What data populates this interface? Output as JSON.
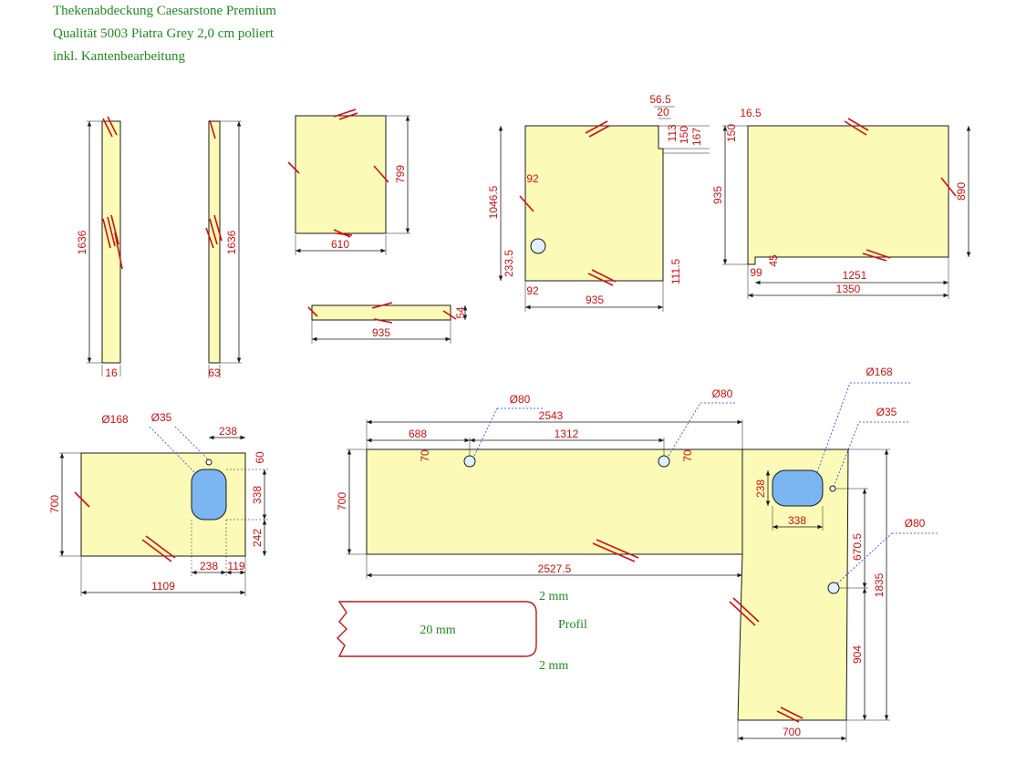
{
  "title": {
    "line1": "Thekenabdeckung Caesarstone Premium",
    "line2": "Qualität 5003 Piatra Grey 2,0 cm poliert",
    "line3": "inkl. Kantenbearbeitung"
  },
  "colors": {
    "panel": "#fbfbb7",
    "outline": "#1a1a1a",
    "dim": "#d01010",
    "leader": "#1a3cff",
    "sink": "#7cb6f2",
    "text_green": "#1f8a1f"
  },
  "parts": {
    "strip_left": {
      "length": "1636",
      "width": "16"
    },
    "strip_right": {
      "length": "1636",
      "width": "63"
    },
    "panel_small": {
      "width": "610",
      "height": "799"
    },
    "panel_thin": {
      "width": "935",
      "height": "54"
    },
    "panel_cutout": {
      "width": "935",
      "height": "1046.5",
      "top_off": "56.5",
      "notch_w": "20",
      "notch_a": "113",
      "notch_b": "150",
      "notch_c": "167",
      "hole_off": "92",
      "hole_pos": "233.5",
      "hole_off_bottom": "92",
      "bottom_right": "111.5"
    },
    "panel_right": {
      "top_off": "16.5",
      "corner": "150",
      "height": "935",
      "right_h": "890",
      "bottom_w": "1251",
      "full_w": "1350",
      "small_w": "99",
      "small_h": "45"
    }
  },
  "sink_panel": {
    "width": "1109",
    "height": "700",
    "sink_dia": "Ø168",
    "tap_dia": "Ø35",
    "top_gap": "238",
    "top_off": "60",
    "sink_h": "338",
    "bottom_gap": "242",
    "sink_w": "238",
    "right_gap": "119"
  },
  "main_top": {
    "length_top": "2543",
    "left_off": "688",
    "hole_spacing": "1312",
    "hole_dia_a": "Ø80",
    "hole_dia_b": "Ø80",
    "hole_y_a": "70",
    "hole_y_b": "70",
    "depth": "700",
    "length_bottom": "2527.5"
  },
  "leg": {
    "sink_dia": "Ø168",
    "tap_dia": "Ø35",
    "hole_dia": "Ø80",
    "sink_h": "238",
    "sink_w": "338",
    "hole_pos": "670.5",
    "total_h": "1835",
    "hole_from_bottom": "904",
    "width": "700"
  },
  "profile": {
    "thickness": "20 mm",
    "label": "Profil",
    "top_edge": "2 mm",
    "bottom_edge": "2 mm"
  }
}
